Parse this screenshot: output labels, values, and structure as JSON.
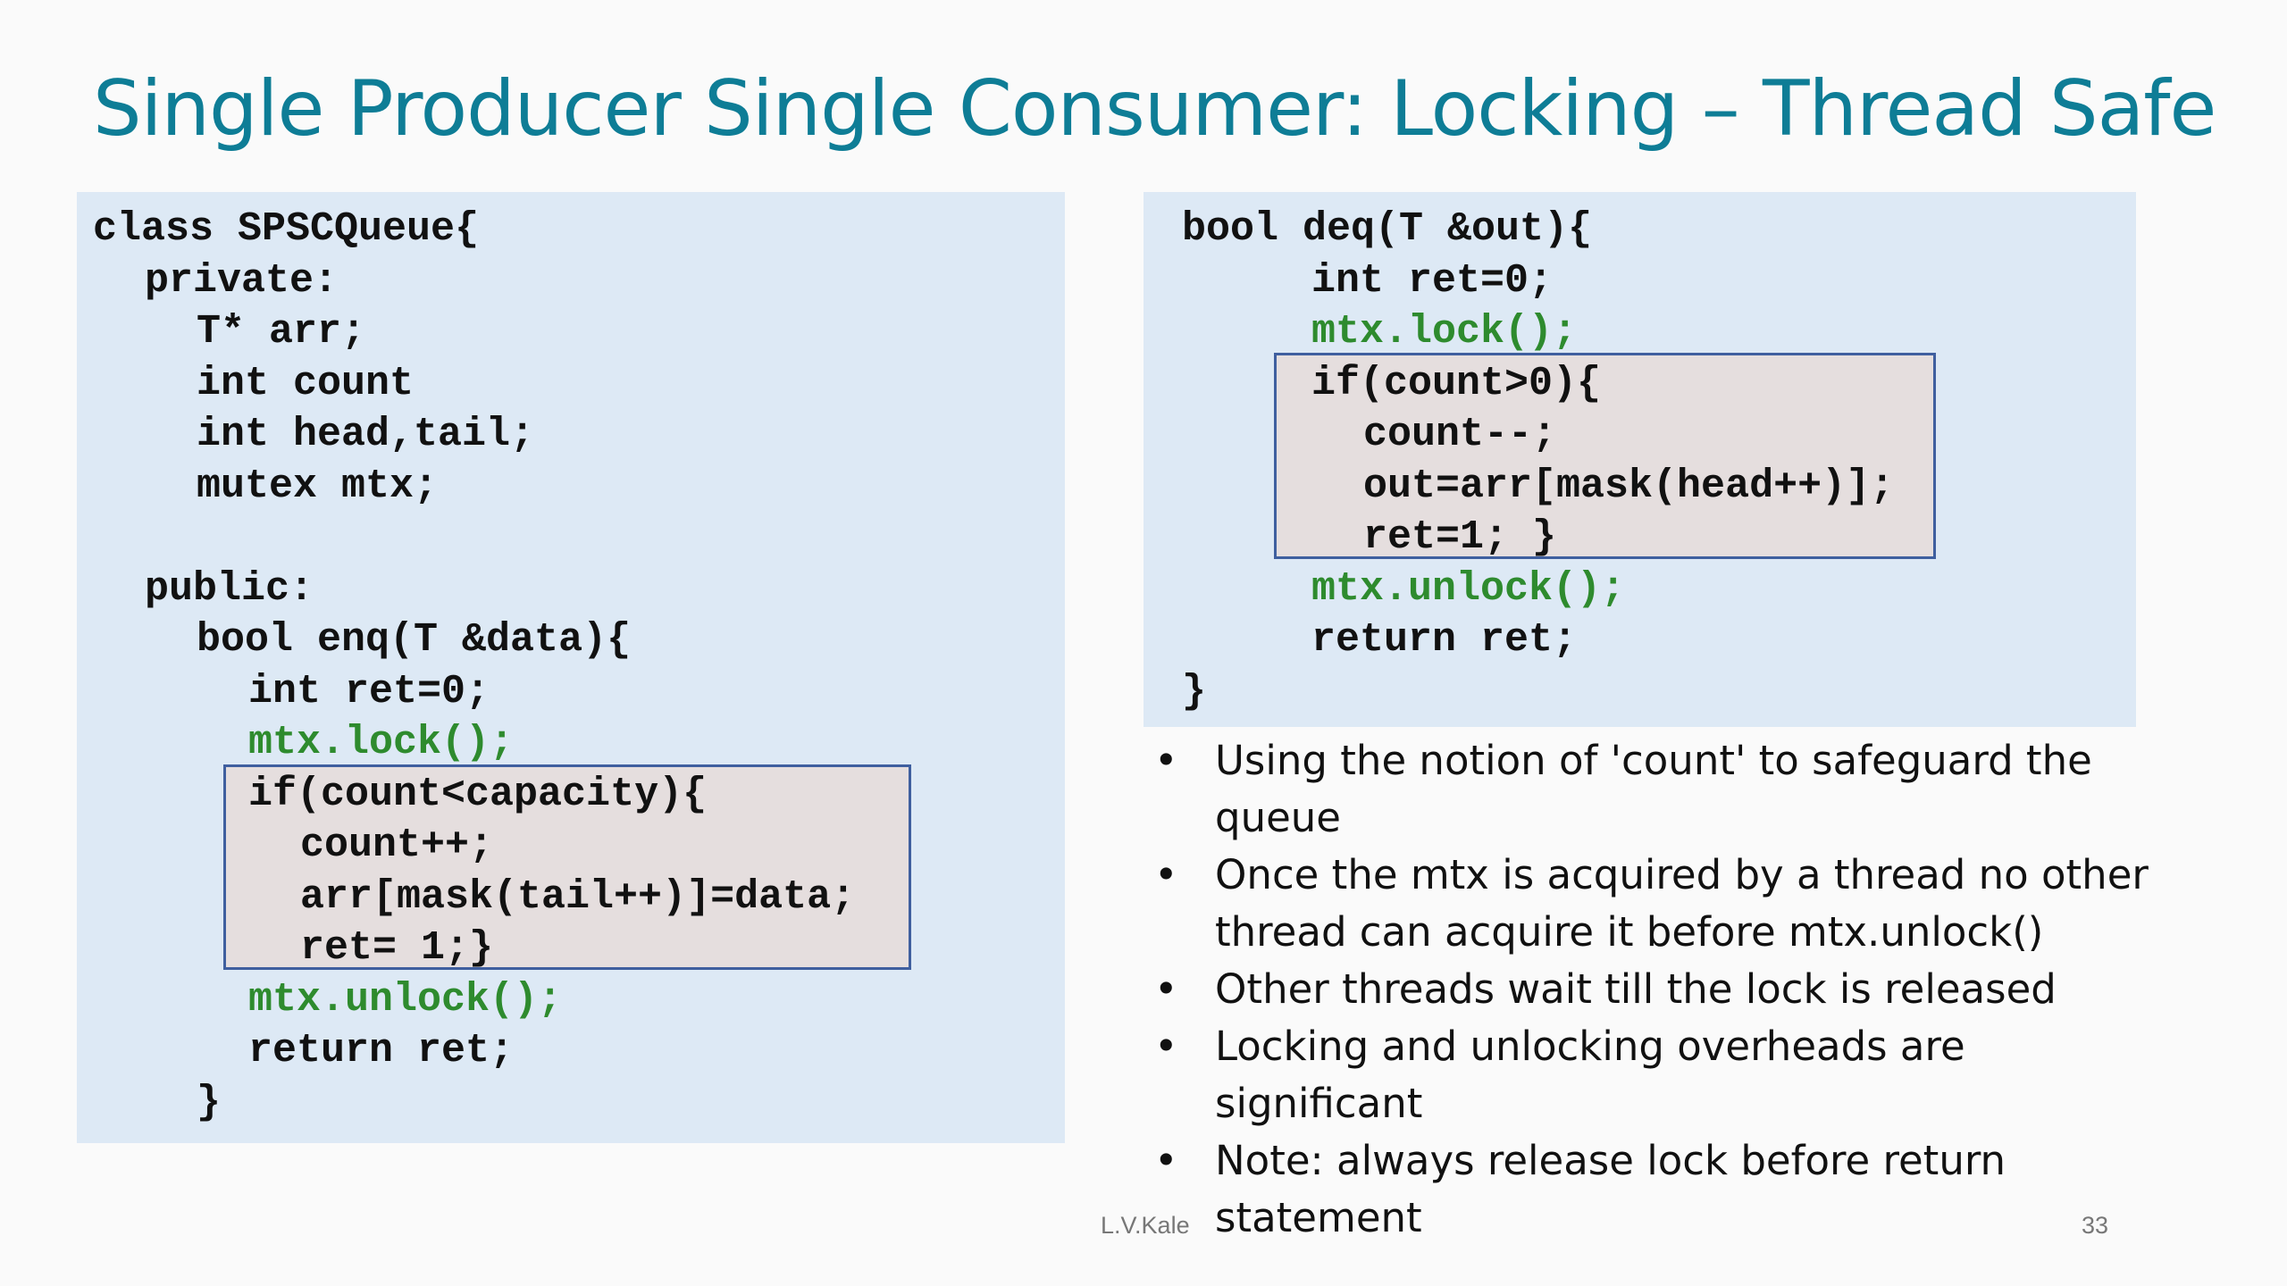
{
  "slide": {
    "title": "Single Producer Single Consumer: Locking – Thread Safe",
    "author": "L.V.Kale",
    "page_number": "33"
  },
  "left_code": [
    {
      "text": "class SPSCQueue{",
      "indent": 0,
      "color": "default"
    },
    {
      "text": "private:",
      "indent": 1,
      "color": "default"
    },
    {
      "text": "T* arr;",
      "indent": 2,
      "color": "default"
    },
    {
      "text": "int count",
      "indent": 2,
      "color": "default"
    },
    {
      "text": "int head,tail;",
      "indent": 2,
      "color": "default"
    },
    {
      "text": "mutex mtx;",
      "indent": 2,
      "color": "default"
    },
    {
      "text": "",
      "indent": 0,
      "color": "default"
    },
    {
      "text": "public:",
      "indent": 1,
      "color": "default"
    },
    {
      "text": "bool enq(T &data){",
      "indent": 2,
      "color": "default"
    },
    {
      "text": "int ret=0;",
      "indent": 3,
      "color": "default"
    },
    {
      "text": "mtx.lock();",
      "indent": 3,
      "color": "green"
    },
    {
      "text": "if(count<capacity){",
      "indent": 3,
      "color": "default"
    },
    {
      "text": "count++;",
      "indent": 4,
      "color": "default"
    },
    {
      "text": "arr[mask(tail++)]=data;",
      "indent": 4,
      "color": "default"
    },
    {
      "text": "ret= 1;}",
      "indent": 4,
      "color": "default"
    },
    {
      "text": "mtx.unlock();",
      "indent": 3,
      "color": "green"
    },
    {
      "text": "return ret;",
      "indent": 3,
      "color": "default"
    },
    {
      "text": "}",
      "indent": 2,
      "color": "default"
    }
  ],
  "right_code": [
    {
      "text": "bool deq(T &out){",
      "indent": 0,
      "color": "default"
    },
    {
      "text": "int ret=0;",
      "indent": 1,
      "color": "default"
    },
    {
      "text": "mtx.lock();",
      "indent": 1,
      "color": "green"
    },
    {
      "text": "if(count>0){",
      "indent": 1,
      "color": "default"
    },
    {
      "text": "count--;",
      "indent": 2,
      "color": "default"
    },
    {
      "text": "out=arr[mask(head++)];",
      "indent": 2,
      "color": "default"
    },
    {
      "text": "ret=1; }",
      "indent": 2,
      "color": "default"
    },
    {
      "text": "mtx.unlock();",
      "indent": 1,
      "color": "green"
    },
    {
      "text": "return ret;",
      "indent": 1,
      "color": "default"
    },
    {
      "text": "}",
      "indent": 0,
      "color": "default"
    }
  ],
  "bullets": [
    "Using the notion of 'count' to safeguard the queue",
    "Once the mtx is acquired by a thread no other thread can acquire it before mtx.unlock()",
    "Other threads wait till the lock is released",
    "Locking and unlocking overheads are significant",
    "Note: always release lock before return statement"
  ],
  "colors": {
    "title": "#0e7d96",
    "code_background": "#dde9f5",
    "highlight_background": "#e5dede",
    "highlight_border": "#3f5f9f",
    "lock_calls": "#2e8b2e"
  }
}
